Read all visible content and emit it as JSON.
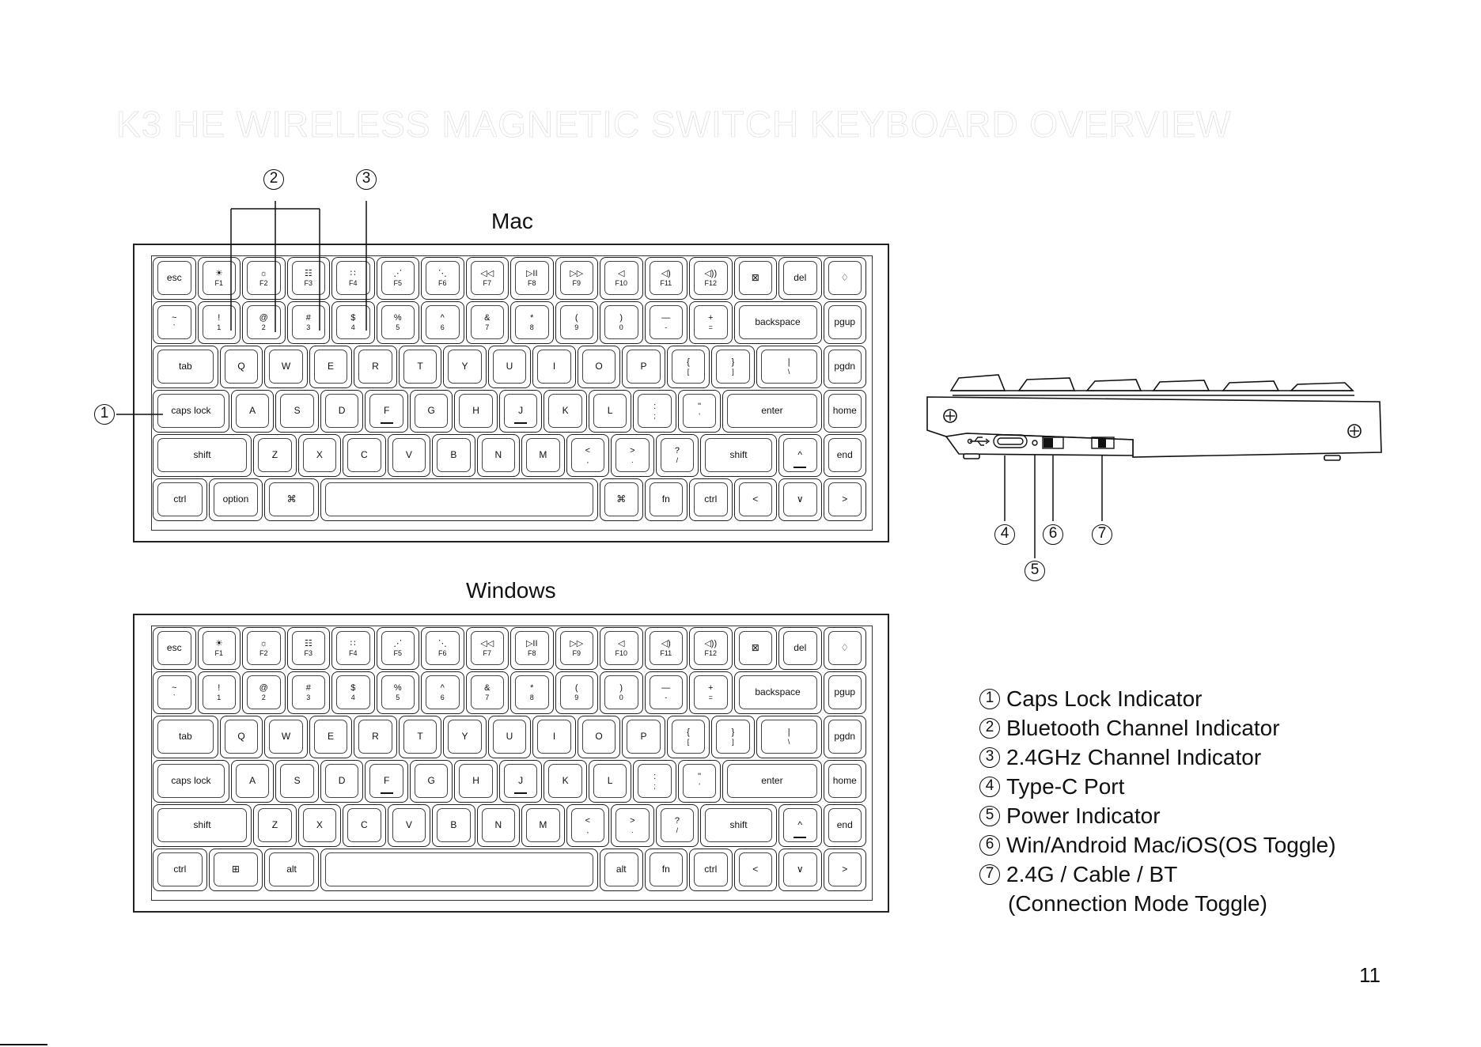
{
  "page": {
    "title": "K3 HE WIRELESS MAGNETIC SWITCH KEYBOARD OVERVIEW",
    "number": "11"
  },
  "layouts": {
    "mac": {
      "label": "Mac",
      "rows": [
        [
          [
            "esc"
          ],
          [
            "☀",
            "F1"
          ],
          [
            "☼",
            "F2"
          ],
          [
            "☷",
            "F3"
          ],
          [
            "∷",
            "F4"
          ],
          [
            "⋰",
            "F5"
          ],
          [
            "⋱",
            "F6"
          ],
          [
            "◁◁",
            "F7"
          ],
          [
            "▷II",
            "F8"
          ],
          [
            "▷▷",
            "F9"
          ],
          [
            "◁",
            "F10"
          ],
          [
            "◁)",
            "F11"
          ],
          [
            "◁))",
            "F12"
          ],
          [
            "⊠"
          ],
          [
            "del"
          ],
          [
            "♢"
          ]
        ],
        [
          [
            "~",
            "`"
          ],
          [
            "!",
            "1"
          ],
          [
            "@",
            "2"
          ],
          [
            "#",
            "3"
          ],
          [
            "$",
            "4"
          ],
          [
            "%",
            "5"
          ],
          [
            "^",
            "6"
          ],
          [
            "&",
            "7"
          ],
          [
            "*",
            "8"
          ],
          [
            "(",
            "9"
          ],
          [
            ")",
            "0"
          ],
          [
            "—",
            "-"
          ],
          [
            "+",
            "="
          ],
          [
            "backspace"
          ],
          [
            "pgup"
          ]
        ],
        [
          [
            "tab"
          ],
          [
            "Q"
          ],
          [
            "W"
          ],
          [
            "E"
          ],
          [
            "R"
          ],
          [
            "T"
          ],
          [
            "Y"
          ],
          [
            "U"
          ],
          [
            "I"
          ],
          [
            "O"
          ],
          [
            "P"
          ],
          [
            "{",
            "["
          ],
          [
            "}",
            "]"
          ],
          [
            "|",
            "\\"
          ],
          [
            "pgdn"
          ]
        ],
        [
          [
            "caps lock"
          ],
          [
            "A"
          ],
          [
            "S"
          ],
          [
            "D"
          ],
          [
            "F"
          ],
          [
            "G"
          ],
          [
            "H"
          ],
          [
            "J"
          ],
          [
            "K"
          ],
          [
            "L"
          ],
          [
            ":",
            ";"
          ],
          [
            "\"",
            "'"
          ],
          [
            "enter"
          ],
          [
            "home"
          ]
        ],
        [
          [
            "shift"
          ],
          [
            "Z"
          ],
          [
            "X"
          ],
          [
            "C"
          ],
          [
            "V"
          ],
          [
            "B"
          ],
          [
            "N"
          ],
          [
            "M"
          ],
          [
            "<",
            ","
          ],
          [
            ">",
            "."
          ],
          [
            "?",
            "/"
          ],
          [
            "shift"
          ],
          [
            "^"
          ],
          [
            "end"
          ]
        ],
        [
          [
            "ctrl"
          ],
          [
            "option"
          ],
          [
            "⌘"
          ],
          [
            ""
          ],
          [
            "⌘"
          ],
          [
            "fn"
          ],
          [
            "ctrl"
          ],
          [
            "<"
          ],
          [
            "∨"
          ],
          [
            ">"
          ]
        ]
      ]
    },
    "windows": {
      "label": "Windows",
      "rows": [
        [
          [
            "esc"
          ],
          [
            "☀",
            "F1"
          ],
          [
            "☼",
            "F2"
          ],
          [
            "☷",
            "F3"
          ],
          [
            "∷",
            "F4"
          ],
          [
            "⋰",
            "F5"
          ],
          [
            "⋱",
            "F6"
          ],
          [
            "◁◁",
            "F7"
          ],
          [
            "▷II",
            "F8"
          ],
          [
            "▷▷",
            "F9"
          ],
          [
            "◁",
            "F10"
          ],
          [
            "◁)",
            "F11"
          ],
          [
            "◁))",
            "F12"
          ],
          [
            "⊠"
          ],
          [
            "del"
          ],
          [
            "♢"
          ]
        ],
        [
          [
            "~",
            "`"
          ],
          [
            "!",
            "1"
          ],
          [
            "@",
            "2"
          ],
          [
            "#",
            "3"
          ],
          [
            "$",
            "4"
          ],
          [
            "%",
            "5"
          ],
          [
            "^",
            "6"
          ],
          [
            "&",
            "7"
          ],
          [
            "*",
            "8"
          ],
          [
            "(",
            "9"
          ],
          [
            ")",
            "0"
          ],
          [
            "—",
            "-"
          ],
          [
            "+",
            "="
          ],
          [
            "backspace"
          ],
          [
            "pgup"
          ]
        ],
        [
          [
            "tab"
          ],
          [
            "Q"
          ],
          [
            "W"
          ],
          [
            "E"
          ],
          [
            "R"
          ],
          [
            "T"
          ],
          [
            "Y"
          ],
          [
            "U"
          ],
          [
            "I"
          ],
          [
            "O"
          ],
          [
            "P"
          ],
          [
            "{",
            "["
          ],
          [
            "}",
            "]"
          ],
          [
            "|",
            "\\"
          ],
          [
            "pgdn"
          ]
        ],
        [
          [
            "caps lock"
          ],
          [
            "A"
          ],
          [
            "S"
          ],
          [
            "D"
          ],
          [
            "F"
          ],
          [
            "G"
          ],
          [
            "H"
          ],
          [
            "J"
          ],
          [
            "K"
          ],
          [
            "L"
          ],
          [
            ":",
            ";"
          ],
          [
            "\"",
            "'"
          ],
          [
            "enter"
          ],
          [
            "home"
          ]
        ],
        [
          [
            "shift"
          ],
          [
            "Z"
          ],
          [
            "X"
          ],
          [
            "C"
          ],
          [
            "V"
          ],
          [
            "B"
          ],
          [
            "N"
          ],
          [
            "M"
          ],
          [
            "<",
            ","
          ],
          [
            ">",
            "."
          ],
          [
            "?",
            "/"
          ],
          [
            "shift"
          ],
          [
            "^"
          ],
          [
            "end"
          ]
        ],
        [
          [
            "ctrl"
          ],
          [
            "⊞"
          ],
          [
            "alt"
          ],
          [
            ""
          ],
          [
            "alt"
          ],
          [
            "fn"
          ],
          [
            "ctrl"
          ],
          [
            "<"
          ],
          [
            "∨"
          ],
          [
            ">"
          ]
        ]
      ]
    }
  },
  "callouts": [
    "1",
    "2",
    "3",
    "4",
    "5",
    "6",
    "7"
  ],
  "legend": [
    {
      "num": "1",
      "text": "Caps Lock Indicator"
    },
    {
      "num": "2",
      "text": "Bluetooth Channel Indicator"
    },
    {
      "num": "3",
      "text": "2.4GHz Channel Indicator"
    },
    {
      "num": "4",
      "text": "Type-C Port"
    },
    {
      "num": "5",
      "text": "Power Indicator"
    },
    {
      "num": "6",
      "text": "Win/Android Mac/iOS(OS Toggle)"
    },
    {
      "num": "7",
      "text": "2.4G / Cable / BT"
    }
  ],
  "legend_continuation": "(Connection Mode Toggle)"
}
